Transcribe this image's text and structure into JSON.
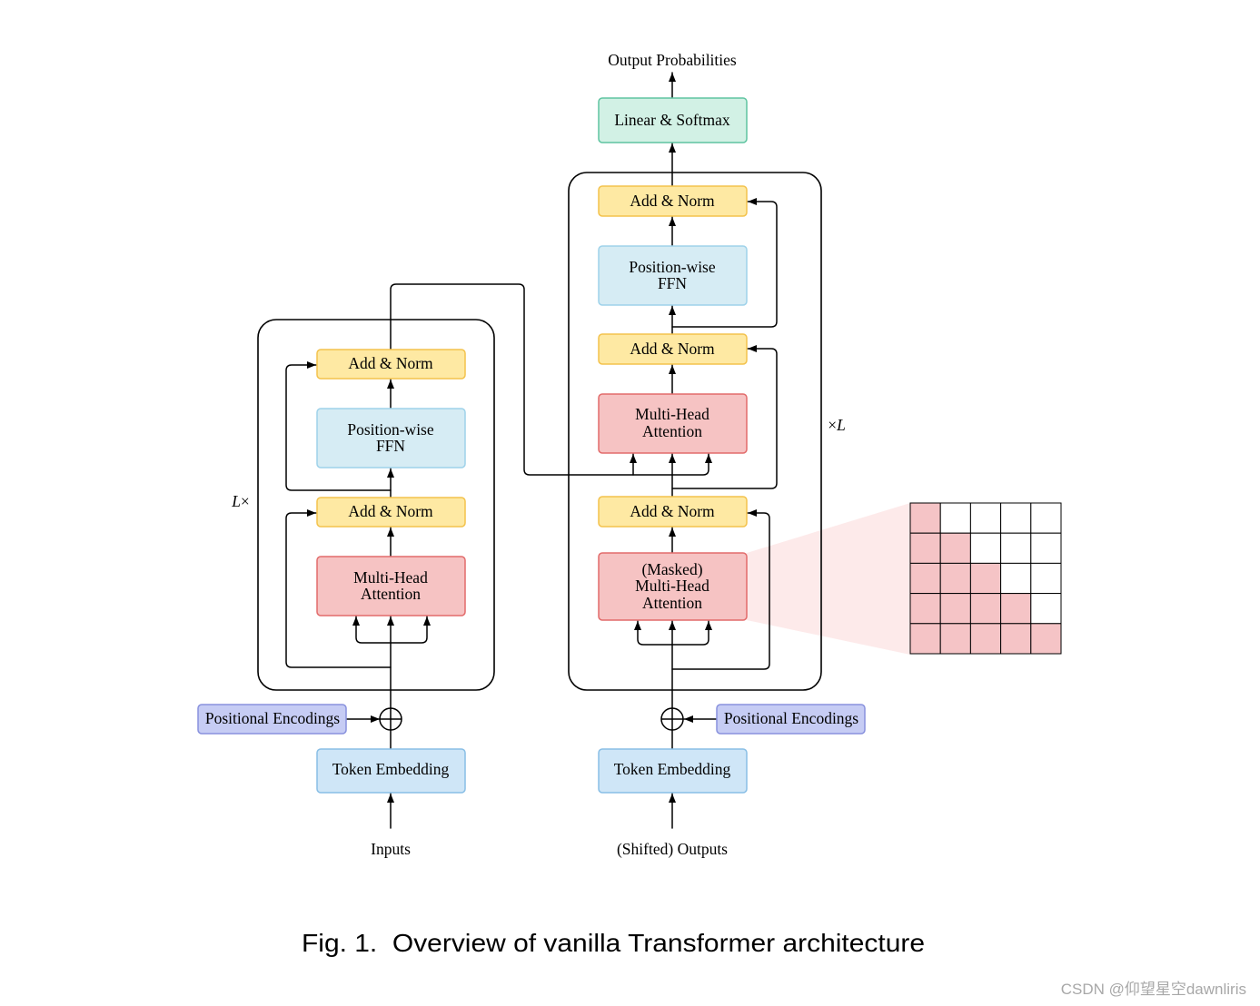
{
  "encoder": {
    "repeat": {
      "symbol": "L",
      "times": "×"
    },
    "add_norm_top": "Add & Norm",
    "ffn": [
      "Position-wise",
      "FFN"
    ],
    "add_norm_bottom": "Add & Norm",
    "attention": [
      "Multi-Head",
      "Attention"
    ],
    "positional_encodings": "Positional Encodings",
    "token_embedding": "Token Embedding",
    "input": "Inputs"
  },
  "decoder": {
    "repeat": {
      "times": "×",
      "symbol": "L"
    },
    "output": "Output Probabilities",
    "linear_softmax": "Linear & Softmax",
    "add_norm_top": "Add & Norm",
    "ffn": [
      "Position-wise",
      "FFN"
    ],
    "add_norm_mid": "Add & Norm",
    "cross_attention": [
      "Multi-Head",
      "Attention"
    ],
    "add_norm_bottom": "Add & Norm",
    "masked_attention": [
      "(Masked)",
      "Multi-Head",
      "Attention"
    ],
    "positional_encodings": "Positional Encodings",
    "token_embedding": "Token Embedding",
    "input": "(Shifted) Outputs"
  },
  "attention_mask": {
    "filled": [
      [
        1,
        0,
        0,
        0,
        0
      ],
      [
        1,
        1,
        0,
        0,
        0
      ],
      [
        1,
        1,
        1,
        0,
        0
      ],
      [
        1,
        1,
        1,
        1,
        0
      ],
      [
        1,
        1,
        1,
        1,
        1
      ]
    ]
  },
  "caption": "Fig. 1.  Overview of vanilla Transformer architecture",
  "watermark": "CSDN @仰望星空dawnliris",
  "colors": {
    "add_norm": {
      "fill": "#fee9a3",
      "stroke": "#f3c24c"
    },
    "ffn": {
      "fill": "#d6ecf4",
      "stroke": "#9ed2ea"
    },
    "attention": {
      "fill": "#f6c3c3",
      "stroke": "#e26b6b"
    },
    "linear_softmax": {
      "fill": "#d2f1e5",
      "stroke": "#5ec4a0"
    },
    "positional_encodings": {
      "fill": "#c6ccf4",
      "stroke": "#8891dd"
    },
    "token_embedding": {
      "fill": "#cfe6f7",
      "stroke": "#88bee5"
    },
    "mask_cell": "#f5c4c6",
    "mask_empty": "#ffffff",
    "mask_projection": "#fde6e6"
  }
}
